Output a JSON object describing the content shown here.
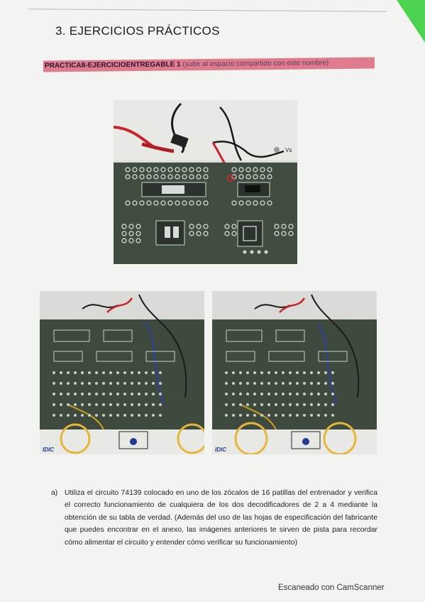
{
  "section": {
    "title": "3. EJERCICIOS PRÁCTICOS"
  },
  "banner": {
    "main": "PRACTICA8-EJERCICIOENTREGABLE 1",
    "note": " (subir al espacio compartido con este nombre)"
  },
  "photos": {
    "top": {
      "label_minus": "−",
      "label_vs": "Vs"
    },
    "left": {
      "brand": "IDIC"
    },
    "right": {
      "brand": "IDIC"
    }
  },
  "exercise": {
    "marker": "a)",
    "text": "Utiliza el circuito 74139 colocado en uno de los zócalos de 16 patillas del entrenador y verifica el correcto funcionamiento de cualquiera de los dos decodificadores de 2 a 4 mediante la obtención de su tabla de verdad. (Además del uso de las hojas de especificación del fabricante que puedes encontrar en el anexo, las imágenes anteriores te sirven de pista para recordar cómo alimentar el circuito y entender cómo verificar su funcionamiento)"
  },
  "footer": {
    "scanner": "Escaneado con CamScanner"
  },
  "colors": {
    "banner": "#e07b8e",
    "board": "#3f4a3e",
    "corner": "#4bd24f"
  }
}
